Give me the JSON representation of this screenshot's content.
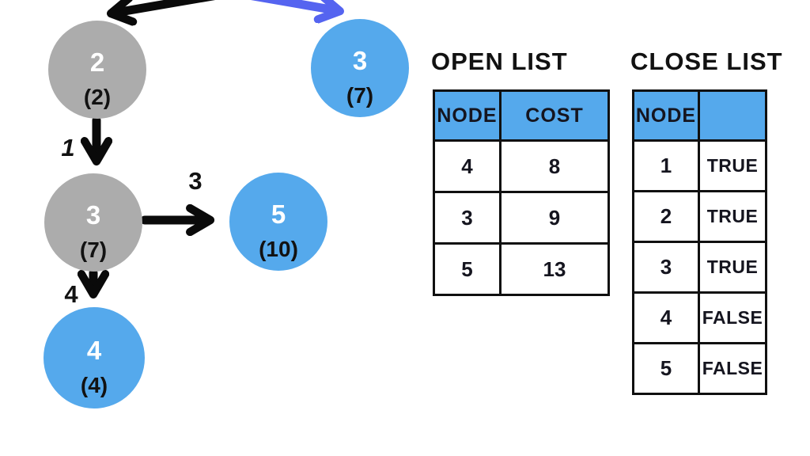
{
  "graph": {
    "nodes": [
      {
        "label": "2",
        "cost": "(2)",
        "fill": "gray"
      },
      {
        "label": "3",
        "cost": "(7)",
        "fill": "blue"
      },
      {
        "label": "3",
        "cost": "(7)",
        "fill": "gray"
      },
      {
        "label": "5",
        "cost": "(10)",
        "fill": "blue"
      },
      {
        "label": "4",
        "cost": "(4)",
        "fill": "blue"
      }
    ],
    "edge_weights": {
      "e2_to_3": "1",
      "e3_to_5": "3",
      "e3_to_4": "4"
    }
  },
  "open_list": {
    "title": "OPEN LIST",
    "columns": [
      "NODE",
      "COST"
    ],
    "rows": [
      {
        "node": "4",
        "cost": "8",
        "text_color": "#15151f"
      },
      {
        "node": "3",
        "cost": "9",
        "text_color": "#8b5cf6"
      },
      {
        "node": "5",
        "cost": "13",
        "text_color": "#1e2a45"
      }
    ]
  },
  "close_list": {
    "title": "CLOSE LIST",
    "columns": [
      "NODE",
      ""
    ],
    "rows": [
      {
        "node": "1",
        "visited": "TRUE"
      },
      {
        "node": "2",
        "visited": "TRUE"
      },
      {
        "node": "3",
        "visited": "TRUE"
      },
      {
        "node": "4",
        "visited": "FALSE"
      },
      {
        "node": "5",
        "visited": "FALSE"
      }
    ]
  },
  "colors": {
    "node_blue": "#55a9ec",
    "node_gray": "#acacac",
    "edge_black": "#0a0a0a",
    "edge_blue": "#5564f0",
    "table_header_bg": "#55a9ec"
  }
}
